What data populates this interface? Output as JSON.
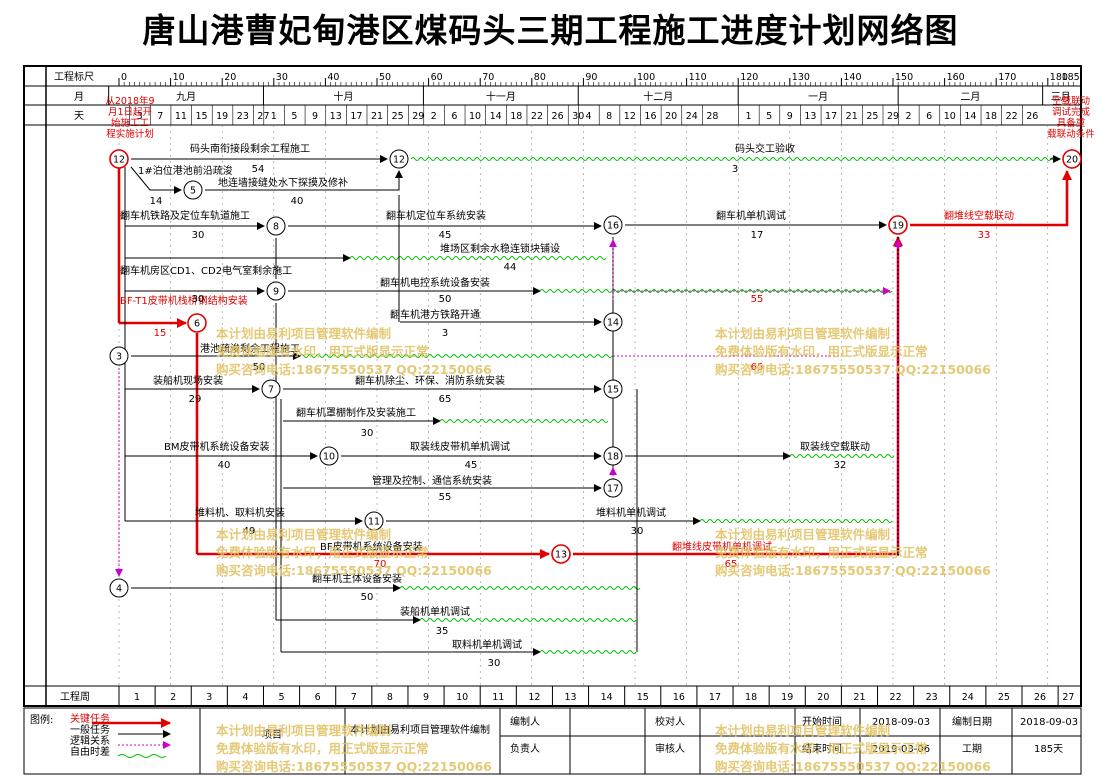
{
  "title": "唐山港曹妃甸港区煤码头三期工程施工进度计划网络图",
  "header": {
    "scale_label": "工程标尺",
    "month_label": "月",
    "day_label": "天",
    "week_label": "工程周",
    "scale_ticks": [
      "0",
      "10",
      "20",
      "30",
      "40",
      "50",
      "60",
      "70",
      "80",
      "90",
      "100",
      "110",
      "120",
      "130",
      "140",
      "150",
      "160",
      "170",
      "180"
    ],
    "scale_end": "185",
    "months": [
      "九月",
      "十月",
      "十一月",
      "十二月",
      "一月",
      "二月",
      "三月"
    ],
    "days": [
      "3",
      "7",
      "11",
      "15",
      "19",
      "23",
      "27",
      "1",
      "5",
      "9",
      "13",
      "17",
      "21",
      "25",
      "29",
      "2",
      "6",
      "10",
      "14",
      "18",
      "22",
      "26",
      "30",
      "4",
      "8",
      "12",
      "16",
      "20",
      "24",
      "28",
      "1",
      "5",
      "9",
      "13",
      "17",
      "21",
      "25",
      "29",
      "2",
      "6",
      "10",
      "14",
      "18",
      "22",
      "26"
    ],
    "weeks": [
      "1",
      "2",
      "3",
      "4",
      "5",
      "6",
      "7",
      "8",
      "9",
      "10",
      "11",
      "12",
      "13",
      "14",
      "15",
      "16",
      "17",
      "18",
      "19",
      "20",
      "21",
      "22",
      "23",
      "24",
      "25",
      "26",
      "27"
    ]
  },
  "annotations": {
    "start_note": "从2018年9月1日起，开始施工，工程实施计划",
    "end_note": "空载联动调试完成，具备重载联动条件"
  },
  "nodes": [
    "12",
    "5",
    "8",
    "9",
    "6",
    "3",
    "7",
    "10",
    "11",
    "4",
    "16",
    "14",
    "15",
    "18",
    "17",
    "19",
    "13",
    "20"
  ],
  "tasks": [
    {
      "name": "码头南衔接段剩余工程施工",
      "dur": "54"
    },
    {
      "name": "码头交工验收",
      "dur": "3"
    },
    {
      "name": "1#泊位港池前沿疏浚",
      "dur": "14"
    },
    {
      "name": "地连墙接缝处水下探摸及修补",
      "dur": "40"
    },
    {
      "name": "翻车机铁路及定位车轨道施工",
      "dur": "30"
    },
    {
      "name": "翻车机定位车系统安装",
      "dur": "45"
    },
    {
      "name": "翻车机单机调试",
      "dur": "17"
    },
    {
      "name": "翻堆线空载联动",
      "dur": "33"
    },
    {
      "name": "堆场区剩余水稳连锁块铺设",
      "dur": "44"
    },
    {
      "name": "翻车机房区CD1、CD2电气室剩余施工",
      "dur": "30"
    },
    {
      "name": "翻车机电控系统设备安装",
      "dur": "50"
    },
    {
      "name": "",
      "dur": "55"
    },
    {
      "name": "BF-T1皮带机栈桥钢结构安装",
      "dur": "15"
    },
    {
      "name": "翻车机港方铁路开通",
      "dur": "3"
    },
    {
      "name": "港池疏浚剩余工程施工",
      "dur": "50"
    },
    {
      "name": "",
      "dur": "65"
    },
    {
      "name": "装船机现场安装",
      "dur": "29"
    },
    {
      "name": "翻车机除尘、环保、消防系统安装",
      "dur": "65"
    },
    {
      "name": "翻车机罩棚制作及安装施工",
      "dur": "30"
    },
    {
      "name": "BM皮带机系统设备安装",
      "dur": "40"
    },
    {
      "name": "取装线皮带机单机调试",
      "dur": "45"
    },
    {
      "name": "取装线空载联动",
      "dur": "32"
    },
    {
      "name": "管理及控制、通信系统安装",
      "dur": "55"
    },
    {
      "name": "堆料机、取料机安装",
      "dur": "49"
    },
    {
      "name": "堆料机单机调试",
      "dur": "30"
    },
    {
      "name": "BF皮带机系统设备安装",
      "dur": "70"
    },
    {
      "name": "翻堆线皮带机单机调试",
      "dur": "65"
    },
    {
      "name": "翻车机主体设备安装",
      "dur": "50"
    },
    {
      "name": "装船机单机调试",
      "dur": "35"
    },
    {
      "name": "取料机单机调试",
      "dur": "30"
    }
  ],
  "legend": {
    "label": "图例:",
    "items": [
      "关键任务",
      "一般任务",
      "逻辑关系",
      "自由时差"
    ],
    "project_label": "项目",
    "compiled_note": "本计划由易利项目管理软件编制",
    "editor_label": "编制人",
    "reviewer_label": "校对人",
    "owner_label": "负责人",
    "auditor_label": "审核人",
    "start_label": "开始时间",
    "start_value": "2018-09-03",
    "end_label": "结束时间",
    "end_value": "2019-03-06",
    "date_label": "编制日期",
    "date_value": "2018-09-03",
    "duration_label": "工期",
    "duration_value": "185天"
  },
  "watermark": {
    "line1": "本计划由易利项目管理软件编制",
    "line2": "免费体验版有水印，用正式版显示正常",
    "line3": "购买咨询电话:18675550537 QQ:22150066"
  },
  "colors": {
    "critical": "#e00000",
    "normal": "#000000",
    "logic": "#cc00cc",
    "float": "#00bb00",
    "watermark": "#e0c060"
  }
}
